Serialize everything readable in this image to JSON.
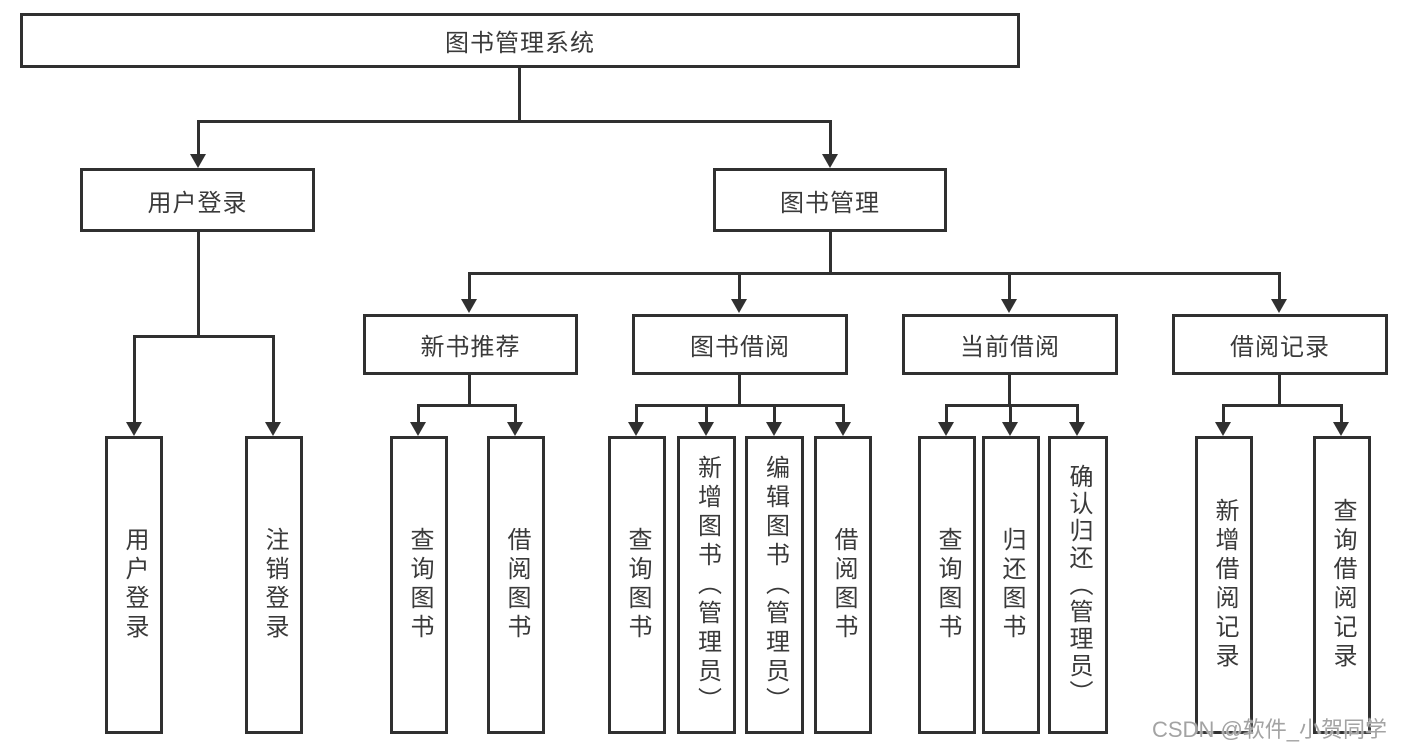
{
  "diagram": {
    "root_label": "图书管理系统",
    "user_login": {
      "label": "用户登录",
      "children": [
        "用户登录",
        "注销登录"
      ]
    },
    "book_management": {
      "label": "图书管理",
      "sections": [
        {
          "label": "新书推荐",
          "children": [
            "查询图书",
            "借阅图书"
          ]
        },
        {
          "label": "图书借阅",
          "children": [
            "查询图书",
            "新增图书（管理员）",
            "编辑图书（管理员）",
            "借阅图书"
          ]
        },
        {
          "label": "当前借阅",
          "children": [
            "查询图书",
            "归还图书",
            "确认归还（管理员）"
          ]
        },
        {
          "label": "借阅记录",
          "children": [
            "新增借阅记录",
            "查询借阅记录"
          ]
        }
      ]
    }
  },
  "watermark": {
    "text": "CSDN @软件_小贺同学"
  }
}
